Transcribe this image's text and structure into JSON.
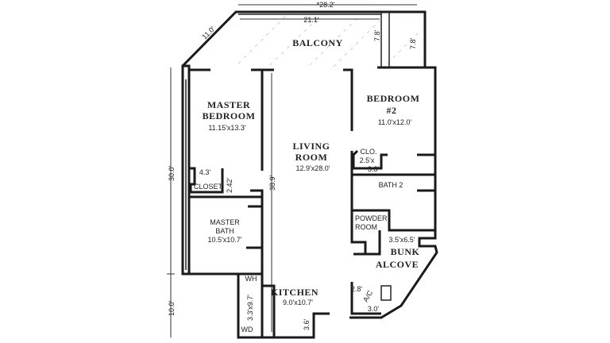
{
  "dimensions": {
    "overall_width": "*28.2'",
    "balcony_width": "21.1'",
    "balcony_diagonal": "11.0'",
    "balcony_depth_inner": "7.8'",
    "balcony_depth_outer": "7.8'",
    "height_upper": "30.0'",
    "height_lower": "10.0'",
    "living_depth": "38.9'"
  },
  "rooms": {
    "balcony": {
      "name": "BALCONY"
    },
    "master_bedroom": {
      "name_line1": "MASTER",
      "name_line2": "BEDROOM",
      "size": "11.15'x13.3'"
    },
    "living_room": {
      "name_line1": "LIVING",
      "name_line2": "ROOM",
      "size": "12.9'x28.0'"
    },
    "bedroom2": {
      "name_line1": "BEDROOM",
      "name_line2": "#2",
      "size": "11.0'x12.0'"
    },
    "closet2": {
      "name": "CLO.",
      "size_line1": "2.5'x",
      "size_line2": "3.8'"
    },
    "bath2": {
      "name": "BATH 2"
    },
    "closet": {
      "name": "CLOSET",
      "width": "4.3'",
      "depth": "2.42'"
    },
    "master_bath": {
      "name_line1": "MASTER",
      "name_line2": "BATH",
      "size": "10.5'x10.7'"
    },
    "powder_room": {
      "name_line1": "POWDER",
      "name_line2": "ROOM"
    },
    "bunk_alcove": {
      "size": "3.5'x6.5'",
      "name_line1": "BUNK",
      "name_line2": "ALCOVE"
    },
    "water_heater": {
      "name": "WH"
    },
    "laundry": {
      "size": "3.3'x9.7'",
      "name": "WD"
    },
    "kitchen": {
      "name": "KITCHEN",
      "size": "9.0'x10.7'",
      "counter": "3.6'"
    },
    "ac": {
      "width": "2.8'",
      "name": "A/C",
      "depth": "3.0'"
    }
  }
}
